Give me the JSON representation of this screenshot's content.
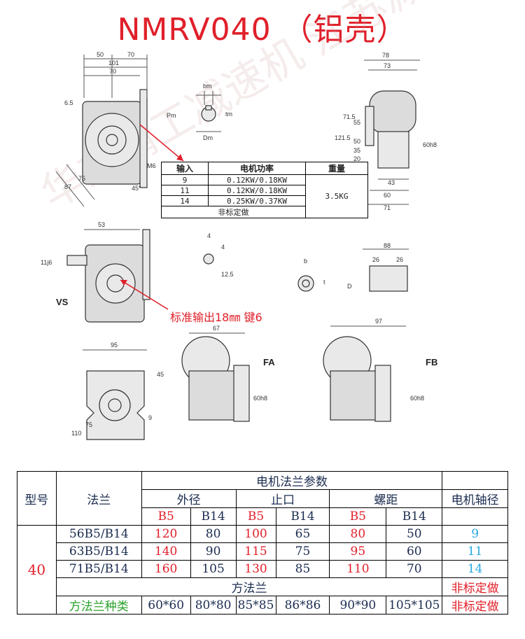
{
  "title": "NMRV040 （铝壳）",
  "watermark": "华东精工减速机 江苏减速机",
  "drawings": {
    "top_left_dims": [
      "50",
      "70",
      "101",
      "70",
      "6.5",
      "87",
      "75",
      "45°",
      "M6"
    ],
    "shaft_dims": [
      "bm",
      "tm",
      "Dm",
      "Pm"
    ],
    "top_right_dims": [
      "78",
      "73",
      "71.5",
      "55",
      "121.5",
      "50",
      "35",
      "20",
      "60h8",
      "43",
      "60",
      "71"
    ],
    "vs_label": "VS",
    "vs_dims": [
      "53",
      "11j6",
      "12.5",
      "4",
      "4",
      "b",
      "t",
      "D",
      "26",
      "26",
      "88"
    ],
    "fa_label": "FA",
    "fb_label": "FB",
    "bottom_dims": [
      "95",
      "45",
      "75",
      "110",
      "9",
      "67",
      "60h8",
      "97",
      "60h8"
    ]
  },
  "spec_table": {
    "headers": [
      "输入",
      "电机功率",
      "重量"
    ],
    "rows": [
      {
        "input": "9",
        "power": "0.12KW/0.18KW"
      },
      {
        "input": "11",
        "power": "0.12KW/0.18KW"
      },
      {
        "input": "14",
        "power": "0.25KW/0.37KW"
      }
    ],
    "nonstandard": "非标定做",
    "weight": "3.5KG"
  },
  "note_output": "标准输出18㎜ 键6",
  "flange_table": {
    "model_label": "型号",
    "flange_label": "法兰",
    "group_label": "电机法兰参数",
    "sub_labels": [
      "外径",
      "止口",
      "螺距"
    ],
    "shaft_label": "电机轴径",
    "std_labels": [
      "B5",
      "B14",
      "B5",
      "B14",
      "B5",
      "B14"
    ],
    "model_value": "40",
    "rows": [
      {
        "flange": "56B5/B14",
        "od_b5": "120",
        "od_b14": "80",
        "sp_b5": "100",
        "sp_b14": "65",
        "pc_b5": "80",
        "pc_b14": "50",
        "shaft": "9"
      },
      {
        "flange": "63B5/B14",
        "od_b5": "140",
        "od_b14": "90",
        "sp_b5": "115",
        "sp_b14": "75",
        "pc_b5": "95",
        "pc_b14": "60",
        "shaft": "11"
      },
      {
        "flange": "71B5/B14",
        "od_b5": "160",
        "od_b14": "105",
        "sp_b5": "130",
        "sp_b14": "85",
        "pc_b5": "110",
        "pc_b14": "70",
        "shaft": "14"
      }
    ],
    "square_label": "方法兰",
    "square_nonstd": "非标定做",
    "square_types_label": "方法兰种类",
    "square_types": [
      "60*60",
      "80*80",
      "85*85",
      "86*86",
      "90*90",
      "105*105"
    ],
    "square_types_nonstd": "非标定做"
  }
}
